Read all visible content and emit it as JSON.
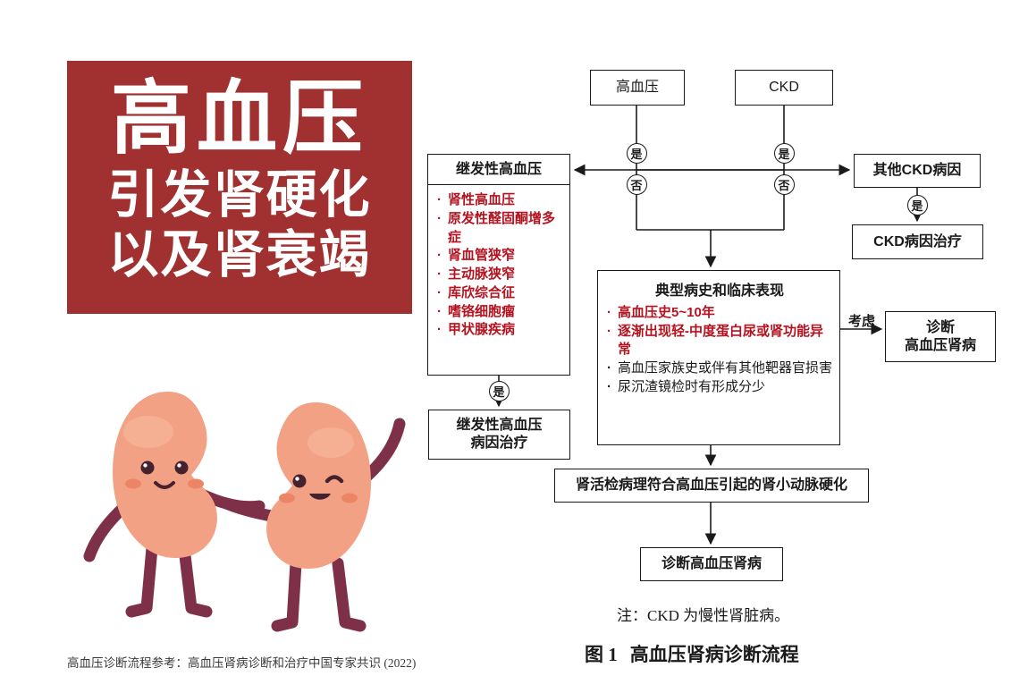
{
  "colors": {
    "banner_bg": "#A03130",
    "accent_red": "#B5121F",
    "kidney_body": "#F2A184",
    "kidney_limbs": "#7D3048"
  },
  "banner": {
    "line1": "高血压",
    "line2": "引发肾硬化",
    "line3": "以及肾衰竭"
  },
  "footer": {
    "reference": "高血压诊断流程参考：高血压肾病诊断和治疗中国专家共识 (2022)"
  },
  "flowchart": {
    "bullet": "·",
    "top": {
      "hypertension": "高血压",
      "ckd": "CKD"
    },
    "labels": {
      "yes": "是",
      "no": "否",
      "consider": "考虑"
    },
    "secondary": {
      "title": "继发性高血压",
      "items": [
        "肾性高血压",
        "原发性醛固酮增多症",
        "肾血管狭窄",
        "主动脉狭窄",
        "库欣综合征",
        "嗜铬细胞瘤",
        "甲状腺疾病"
      ]
    },
    "secondary_treatment": {
      "line1": "继发性高血压",
      "line2": "病因治疗"
    },
    "other_ckd": "其他CKD病因",
    "ckd_treatment": "CKD病因治疗",
    "typical": {
      "title": "典型病史和临床表现",
      "items": [
        {
          "text": "高血压史5~10年",
          "red": true
        },
        {
          "text": "逐渐出现轻-中度蛋白尿或肾功能异常",
          "red": true
        },
        {
          "text": "高血压家族史或伴有其他靶器官损害",
          "red": false
        },
        {
          "text": "尿沉渣镜检时有形成分少",
          "red": false
        }
      ]
    },
    "consider_diagnosis": {
      "line1": "诊断",
      "line2": "高血压肾病"
    },
    "biopsy": "肾活检病理符合高血压引起的肾小动脉硬化",
    "final": "诊断高血压肾病",
    "note": "注：CKD 为慢性肾脏病。",
    "caption_figure": "图 1",
    "caption_text": "高血压肾病诊断流程"
  }
}
